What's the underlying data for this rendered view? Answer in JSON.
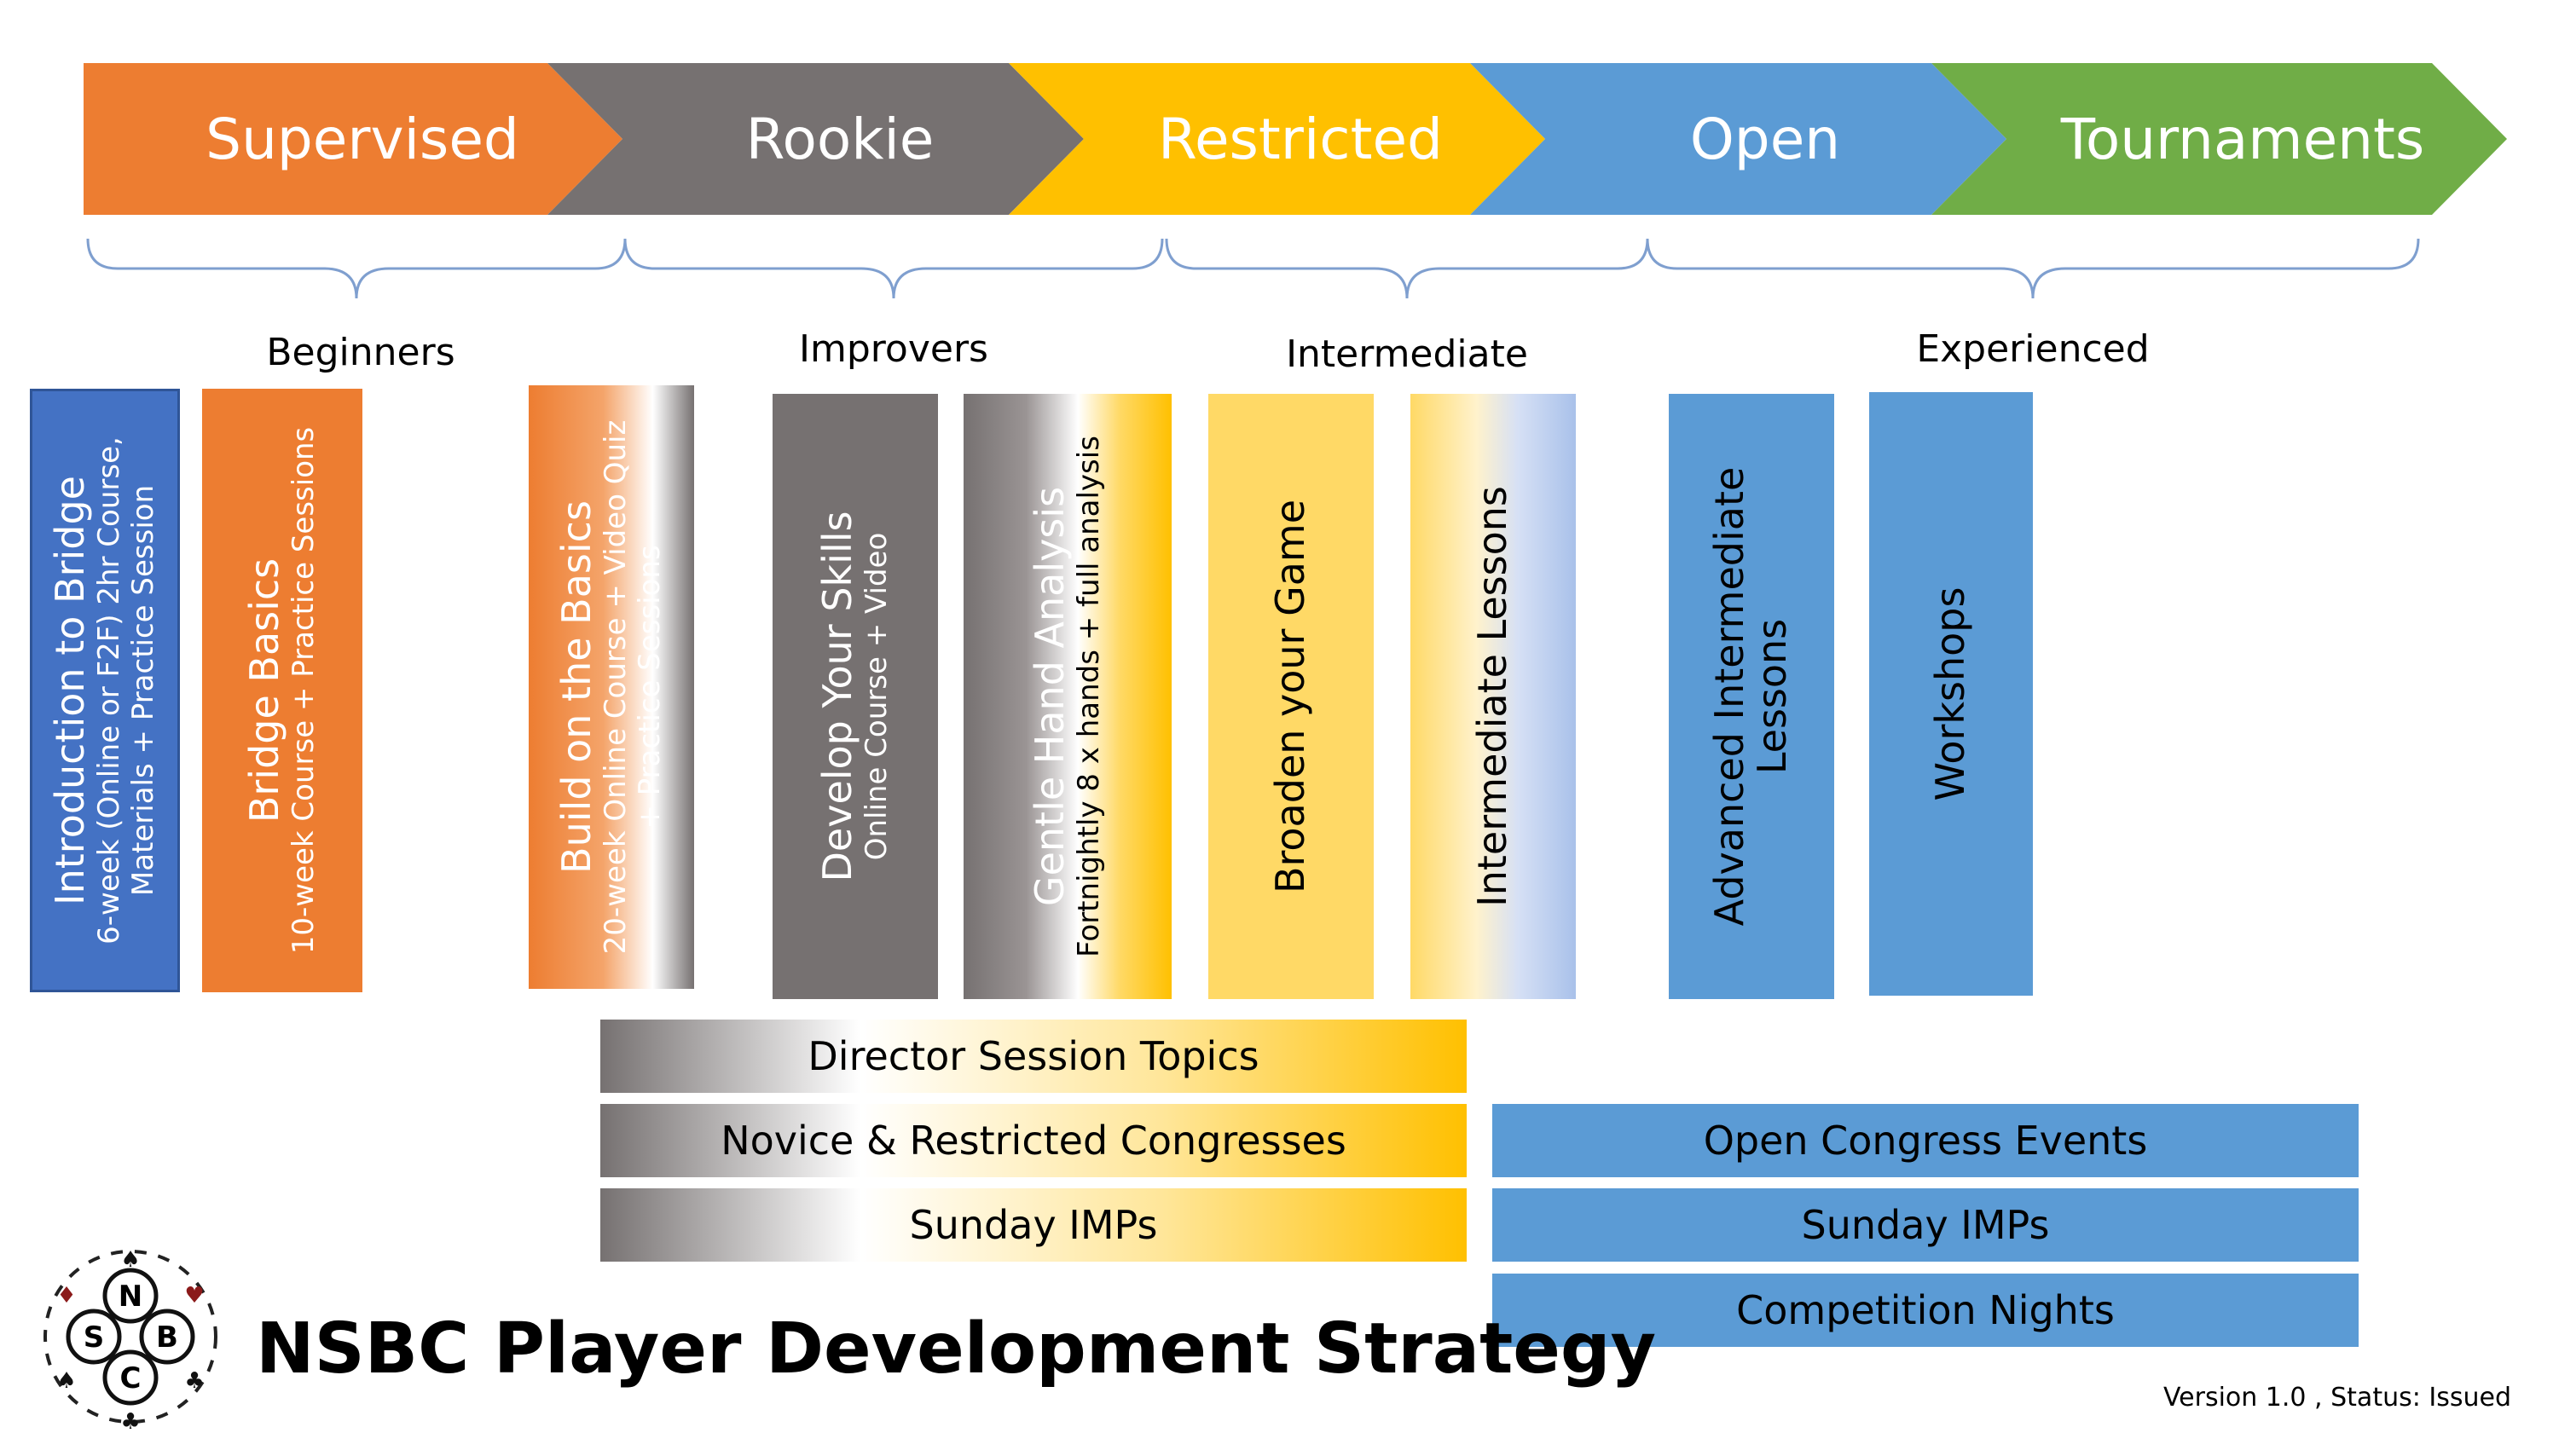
{
  "pathway": [
    {
      "label": "Supervised",
      "color": "#ED7D31"
    },
    {
      "label": "Rookie",
      "color": "#767171"
    },
    {
      "label": "Restricted",
      "color": "#FFC000"
    },
    {
      "label": "Open",
      "color": "#5B9BD5"
    },
    {
      "label": "Tournaments",
      "color": "#70AD47"
    }
  ],
  "groups": [
    "Beginners",
    "Improvers",
    "Intermediate",
    "Experienced"
  ],
  "courses": [
    {
      "title": "Introduction to Bridge",
      "subtitle": "6-week (Online or F2F) 2hr Course,",
      "subtitle2": "Materials + Practice Session"
    },
    {
      "title": "Bridge Basics",
      "subtitle": "10-week Course + Practice Sessions"
    },
    {
      "title": "Build on the Basics",
      "subtitle": "20-week Online Course + Video Quiz",
      "subtitle2": "+ Practice Sessions"
    },
    {
      "title": "Develop Your Skills",
      "subtitle": "Online Course + Video"
    },
    {
      "title": "Gentle Hand Analysis",
      "subtitle": "Fortnightly 8 x hands + full analysis"
    },
    {
      "title": "Broaden your Game"
    },
    {
      "title": "Intermediate Lessons"
    },
    {
      "title": "Advanced Intermediate",
      "title2": "Lessons"
    },
    {
      "title": "Workshops"
    }
  ],
  "sessions_left": [
    "Director Session Topics",
    "Novice & Restricted Congresses",
    "Sunday IMPs"
  ],
  "sessions_right": [
    "Open Congress Events",
    "Sunday IMPs",
    "Competition Nights"
  ],
  "logo": {
    "letters": [
      "N",
      "S",
      "B",
      "C"
    ]
  },
  "title": "NSBC Player Development Strategy",
  "version": "Version 1.0 , Status: Issued",
  "colors": {
    "blue_dark": "#4472C4",
    "blue": "#5B9BD5",
    "orange": "#ED7D31",
    "grey": "#767171",
    "gold": "#FFC000",
    "light_gold": "#FFD966"
  }
}
